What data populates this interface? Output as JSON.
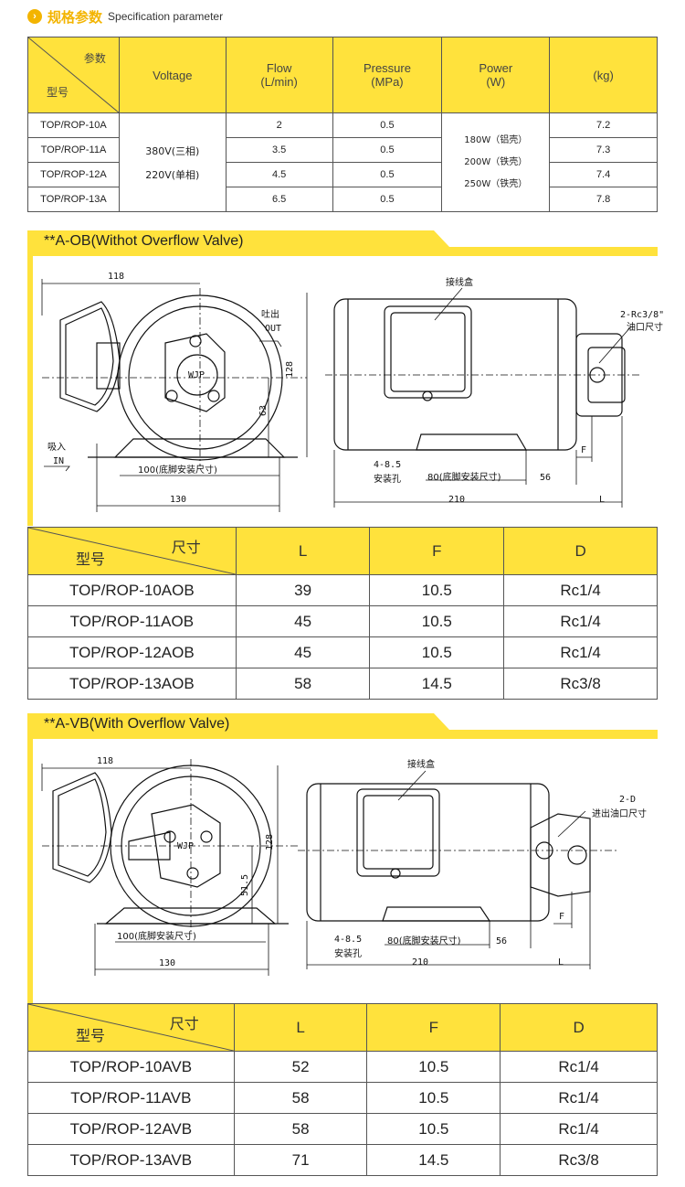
{
  "header": {
    "title_cn": "规格参数",
    "title_en": "Specification parameter"
  },
  "spec_table": {
    "corner_top": "参数",
    "corner_bottom": "型号",
    "columns": [
      {
        "line1": "Voltage",
        "line2": ""
      },
      {
        "line1": "Flow",
        "line2": "(L/min)"
      },
      {
        "line1": "Pressure",
        "line2": "(MPa)"
      },
      {
        "line1": "Power",
        "line2": "(W)"
      },
      {
        "line1": "",
        "line2": "(kg)"
      }
    ],
    "voltage_lines": [
      "380V(三相)",
      "220V(单相)"
    ],
    "power_lines": [
      "180W（铝壳）",
      "200W（铁壳）",
      "250W（铁壳）"
    ],
    "rows": [
      {
        "model": "TOP/ROP-10A",
        "flow": "2",
        "pressure": "0.5",
        "weight": "7.2"
      },
      {
        "model": "TOP/ROP-11A",
        "flow": "3.5",
        "pressure": "0.5",
        "weight": "7.3"
      },
      {
        "model": "TOP/ROP-12A",
        "flow": "4.5",
        "pressure": "0.5",
        "weight": "7.4"
      },
      {
        "model": "TOP/ROP-13A",
        "flow": "6.5",
        "pressure": "0.5",
        "weight": "7.8"
      }
    ]
  },
  "section_ob": {
    "banner": "**A-OB(Withot Overflow Valve)",
    "drawing": {
      "dim_118": "118",
      "dim_128": "128",
      "dim_63": "63",
      "dim_100": "100(底脚安装尺寸)",
      "dim_130": "130",
      "out_cn": "吐出",
      "out_en": "OUT",
      "in_cn": "吸入",
      "in_en": "IN",
      "junction_box": "接线盒",
      "port_label": "2-Rc3/8\"",
      "port_cn": "油口尺寸",
      "holes": "4-8.5",
      "holes_cn": "安装孔",
      "dim_80": "80(底脚安装尺寸)",
      "dim_56": "56",
      "dim_210": "210",
      "dim_F": "F",
      "dim_L": "L",
      "brand": "WJP"
    },
    "table": {
      "corner_top": "尺寸",
      "corner_bottom": "型号",
      "headers": [
        "L",
        "F",
        "D"
      ],
      "rows": [
        {
          "model": "TOP/ROP-10AOB",
          "L": "39",
          "F": "10.5",
          "D": "Rc1/4"
        },
        {
          "model": "TOP/ROP-11AOB",
          "L": "45",
          "F": "10.5",
          "D": "Rc1/4"
        },
        {
          "model": "TOP/ROP-12AOB",
          "L": "45",
          "F": "10.5",
          "D": "Rc1/4"
        },
        {
          "model": "TOP/ROP-13AOB",
          "L": "58",
          "F": "14.5",
          "D": "Rc3/8"
        }
      ]
    }
  },
  "section_vb": {
    "banner": "**A-VB(With Overflow Valve)",
    "drawing": {
      "dim_118": "118",
      "dim_128": "128",
      "dim_51_5": "51.5",
      "dim_100": "100(底脚安装尺寸)",
      "dim_130": "130",
      "junction_box": "接线盒",
      "port_label": "2-D",
      "port_cn": "进出油口尺寸",
      "holes": "4-8.5",
      "holes_cn": "安装孔",
      "dim_80": "80(底脚安装尺寸)",
      "dim_56": "56",
      "dim_210": "210",
      "dim_F": "F",
      "dim_L": "L",
      "brand": "WJP"
    },
    "table": {
      "corner_top": "尺寸",
      "corner_bottom": "型号",
      "headers": [
        "L",
        "F",
        "D"
      ],
      "rows": [
        {
          "model": "TOP/ROP-10AVB",
          "L": "52",
          "F": "10.5",
          "D": "Rc1/4"
        },
        {
          "model": "TOP/ROP-11AVB",
          "L": "58",
          "F": "10.5",
          "D": "Rc1/4"
        },
        {
          "model": "TOP/ROP-12AVB",
          "L": "58",
          "F": "10.5",
          "D": "Rc1/4"
        },
        {
          "model": "TOP/ROP-13AVB",
          "L": "71",
          "F": "14.5",
          "D": "Rc3/8"
        }
      ]
    }
  }
}
